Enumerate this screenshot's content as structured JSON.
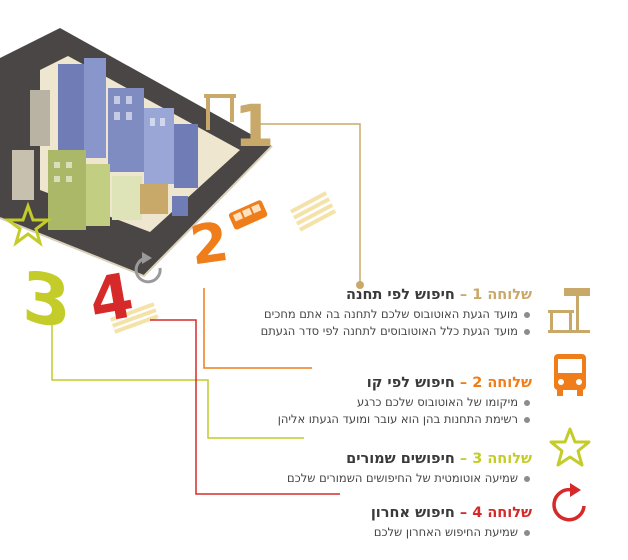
{
  "colors": {
    "ext1": "#c9a96a",
    "ext2": "#ef7d1a",
    "ext3": "#c4cc2a",
    "ext4": "#d62a2a",
    "road": "#4a4646",
    "building_blue": "#7f8cc2",
    "building_green": "#aab868"
  },
  "scene": {
    "digits": [
      "1",
      "2",
      "3",
      "4"
    ]
  },
  "items": [
    {
      "num_label": "שלוחה 1",
      "dash": "–",
      "title": "חיפוש לפי תחנה",
      "icon": "bus-stop-icon",
      "bullets": [
        "מועד הגעת האוטובוס שלכם לתחנה בה אתם מחכים",
        "מועד הגעת כלל האוטובוסים לתחנה לפי סדר הגעתם"
      ]
    },
    {
      "num_label": "שלוחה 2",
      "dash": "–",
      "title": "חיפוש לפי קו",
      "icon": "bus-icon",
      "bullets": [
        "מיקומו של האוטובוס שלכם כרגע",
        "רשימת התחנות בהן הוא עובר ומועד הגעתו אליהן"
      ]
    },
    {
      "num_label": "שלוחה 3",
      "dash": "–",
      "title": "חיפושים שמורים",
      "icon": "star-icon",
      "bullets": [
        "שמיעה אוטומטית של החיפושים השמורים שלכם"
      ]
    },
    {
      "num_label": "שלוחה 4",
      "dash": "–",
      "title": "חיפוש אחרון",
      "icon": "refresh-icon",
      "bullets": [
        "שמיעת החיפוש האחרון שלכם"
      ]
    }
  ]
}
